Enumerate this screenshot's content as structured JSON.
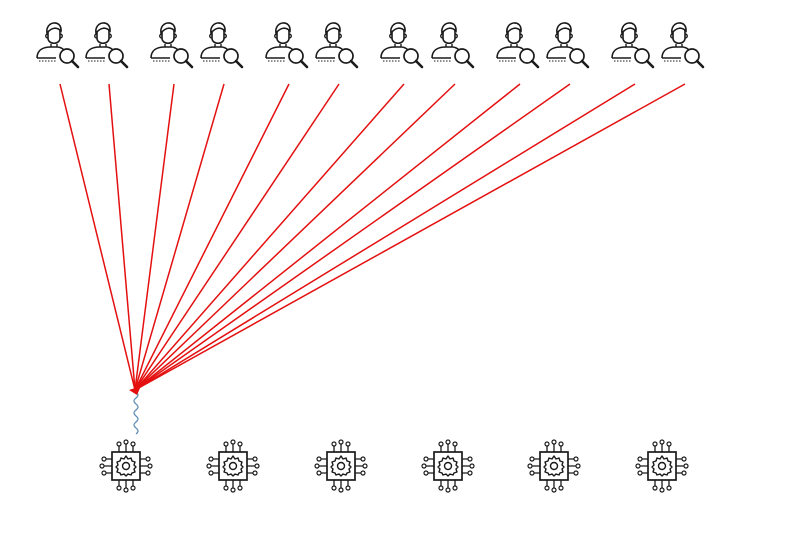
{
  "diagram": {
    "users": [
      {
        "icon": "user-search-icon"
      },
      {
        "icon": "user-search-icon"
      },
      {
        "icon": "user-search-icon"
      },
      {
        "icon": "user-search-icon"
      },
      {
        "icon": "user-search-icon"
      },
      {
        "icon": "user-search-icon"
      },
      {
        "icon": "user-search-icon"
      },
      {
        "icon": "user-search-icon"
      },
      {
        "icon": "user-search-icon"
      },
      {
        "icon": "user-search-icon"
      },
      {
        "icon": "user-search-icon"
      },
      {
        "icon": "user-search-icon"
      }
    ],
    "processors": [
      {
        "icon": "processor-gear-icon"
      },
      {
        "icon": "processor-gear-icon"
      },
      {
        "icon": "processor-gear-icon"
      },
      {
        "icon": "processor-gear-icon"
      },
      {
        "icon": "processor-gear-icon"
      },
      {
        "icon": "processor-gear-icon"
      }
    ],
    "connections": {
      "from": "all-users",
      "to": "convergence-point",
      "color": "#e41010"
    },
    "link_to_processor": {
      "style": "wavy",
      "color": "#5b8db8"
    },
    "icon_color": "#1a1a1a"
  }
}
